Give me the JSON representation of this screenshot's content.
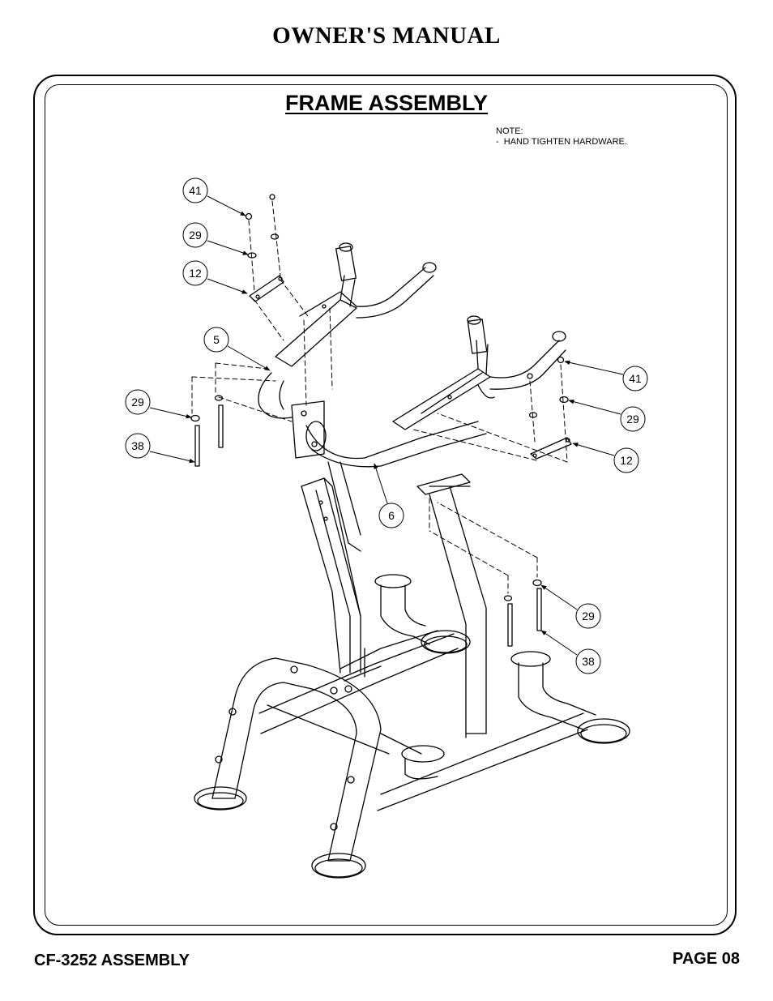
{
  "header": {
    "title": "OWNER'S MANUAL"
  },
  "section": {
    "title": "FRAME ASSEMBLY"
  },
  "note": {
    "heading": "NOTE:",
    "line1": "-  HAND TIGHTEN HARDWARE."
  },
  "callouts": [
    {
      "label": "41"
    },
    {
      "label": "29"
    },
    {
      "label": "12"
    },
    {
      "label": "5"
    },
    {
      "label": "29"
    },
    {
      "label": "38"
    },
    {
      "label": "6"
    },
    {
      "label": "41"
    },
    {
      "label": "29"
    },
    {
      "label": "12"
    },
    {
      "label": "29"
    },
    {
      "label": "38"
    }
  ],
  "footer": {
    "left": "CF-3252 ASSEMBLY",
    "right": "PAGE 08"
  }
}
